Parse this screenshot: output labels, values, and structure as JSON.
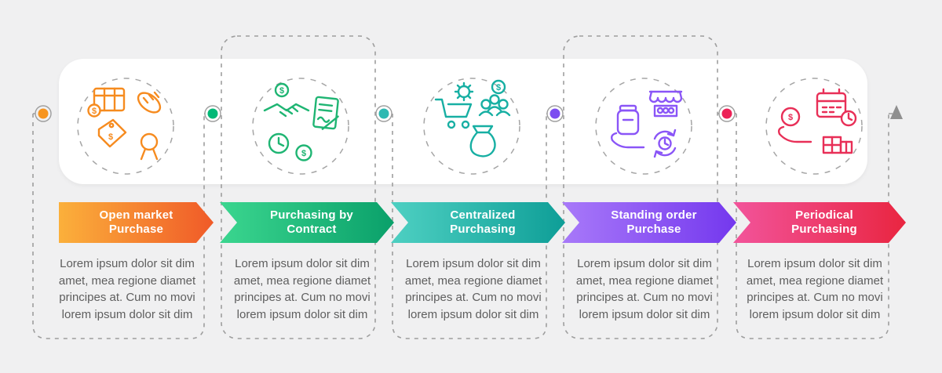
{
  "page": {
    "background_color": "#F0F0F1",
    "panel_color": "#FFFFFF"
  },
  "timeline": {
    "connector_color": "#9E9E9E",
    "arrow_color": "#8F8F8F"
  },
  "glyphs": {
    "dollar": "$"
  },
  "infographic": {
    "steps": [
      {
        "title": "Open market\nPurchase",
        "description": "Lorem ipsum dolor sit dim\namet, mea regione diamet\nprincipes at. Cum no movi\nlorem ipsum dolor sit dim",
        "dot_color": "#F7941E",
        "icon_color": "#F68B1F",
        "banner_gradient": [
          "#FBB03B",
          "#F05A28"
        ],
        "icons": [
          "spreadsheet-icon",
          "dollar-badge-icon",
          "bread-icon",
          "price-tag-icon",
          "medal-icon"
        ]
      },
      {
        "title": "Purchasing by\nContract",
        "description": "Lorem ipsum dolor sit dim\namet, mea regione diamet\nprincipes at. Cum no movi\nlorem ipsum dolor sit dim",
        "dot_color": "#00B876",
        "icon_color": "#1FB573",
        "banner_gradient": [
          "#3BD68F",
          "#0AA06A"
        ],
        "icons": [
          "dollar-circle-icon",
          "handshake-icon",
          "contract-document-icon",
          "clock-icon",
          "dollar-coin-icon"
        ]
      },
      {
        "title": "Centralized\nPurchasing",
        "description": "Lorem ipsum dolor sit dim\namet, mea regione diamet\nprincipes at. Cum no movi\nlorem ipsum dolor sit dim",
        "dot_color": "#2EB9B2",
        "icon_color": "#17AFA3",
        "banner_gradient": [
          "#4ED0C2",
          "#0E9E97"
        ],
        "icons": [
          "cart-gear-icon",
          "buyers-group-icon",
          "money-bag-icon"
        ]
      },
      {
        "title": "Standing order\nPurchase",
        "description": "Lorem ipsum dolor sit dim\namet, mea regione diamet\nprincipes at. Cum no movi\nlorem ipsum dolor sit dim",
        "dot_color": "#7C4DF0",
        "icon_color": "#8A55F7",
        "banner_gradient": [
          "#A879F9",
          "#7438EE"
        ],
        "icons": [
          "jar-hand-icon",
          "market-stall-icon",
          "recurring-clock-icon"
        ]
      },
      {
        "title": "Periodical\nPurchasing",
        "description": "Lorem ipsum dolor sit dim\namet, mea regione diamet\nprincipes at. Cum no movi\nlorem ipsum dolor sit dim",
        "dot_color": "#EC2257",
        "icon_color": "#E82F57",
        "banner_gradient": [
          "#F2549B",
          "#E92540"
        ],
        "icons": [
          "hand-coin-icon",
          "calendar-icon",
          "clock-icon",
          "packages-icon"
        ]
      }
    ]
  }
}
